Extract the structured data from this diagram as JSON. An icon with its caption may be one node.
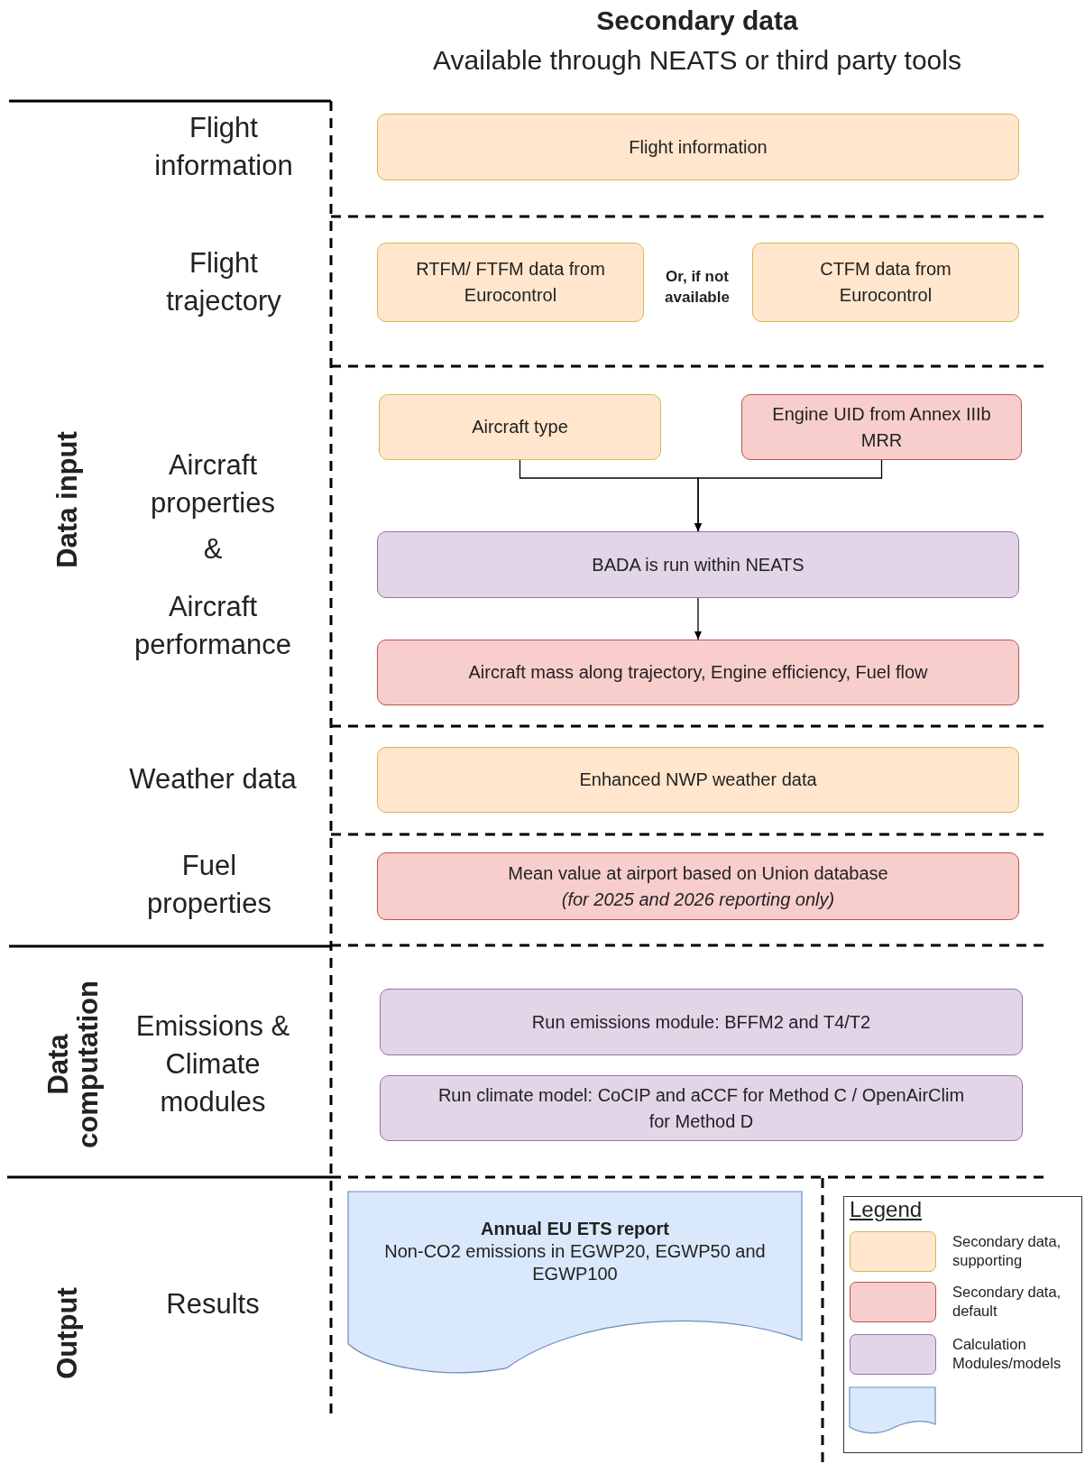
{
  "diagram": {
    "title": "Secondary data",
    "nodes": [
      {
        "text": [
          "Flight information"
        ]
      },
      {
        "text": [
          "RTFM/ FTFM data from Eurocontrol"
        ]
      },
      {
        "text": [
          "CTFM data from Eurocontrol"
        ]
      },
      {
        "text": [
          "Aircraft type"
        ]
      },
      {
        "text": [
          "Engine UID from Annex IIIb MRR"
        ]
      },
      {
        "text": [
          "BADA is run within NEATS"
        ]
      },
      {
        "text": [
          "Aircraft mass along trajectory, Engine efficiency, Fuel flow"
        ]
      },
      {
        "text": [
          "Enhanced NWP weather data"
        ]
      },
      {
        "text": [
          "Mean value at airport based on Union database",
          "(for 2025 and 2026 reporting only)"
        ]
      },
      {
        "text": [
          "Run emissions module: BFFM2 and T4/T2"
        ]
      },
      {
        "text": [
          "Run climate model: CoCIP and aCCF for Method C / OpenAirClim for Method D"
        ]
      },
      {
        "text": [
          "Annual EU ETS report",
          "Non-CO2 emissions in EGWP20, EGWP50 and EGWP100"
        ]
      }
    ],
    "edges": [
      {
        "from": 3,
        "to": 5,
        "arrow": "to"
      },
      {
        "from": 4,
        "to": 5,
        "arrow": "to"
      },
      {
        "from": 5,
        "to": 6,
        "arrow": "to"
      }
    ],
    "labels": [
      "Available through NEATS or third party tools",
      "Flight information",
      "Flight trajectory",
      "Or, if not available",
      "Data input",
      "Aircraft properties",
      "&",
      "Aircraft performance",
      "Weather data",
      "Fuel properties",
      "Data computation",
      "Emissions & Climate modules",
      "Output",
      "Results",
      "Legend"
    ],
    "legend": [
      {
        "text": "Secondary data, supporting",
        "color": "#ffe6cc"
      },
      {
        "text": "Secondary data, default",
        "color": "#f8cecc"
      },
      {
        "text": "Calculation Modules/models",
        "color": "#e1d5e7"
      }
    ]
  }
}
